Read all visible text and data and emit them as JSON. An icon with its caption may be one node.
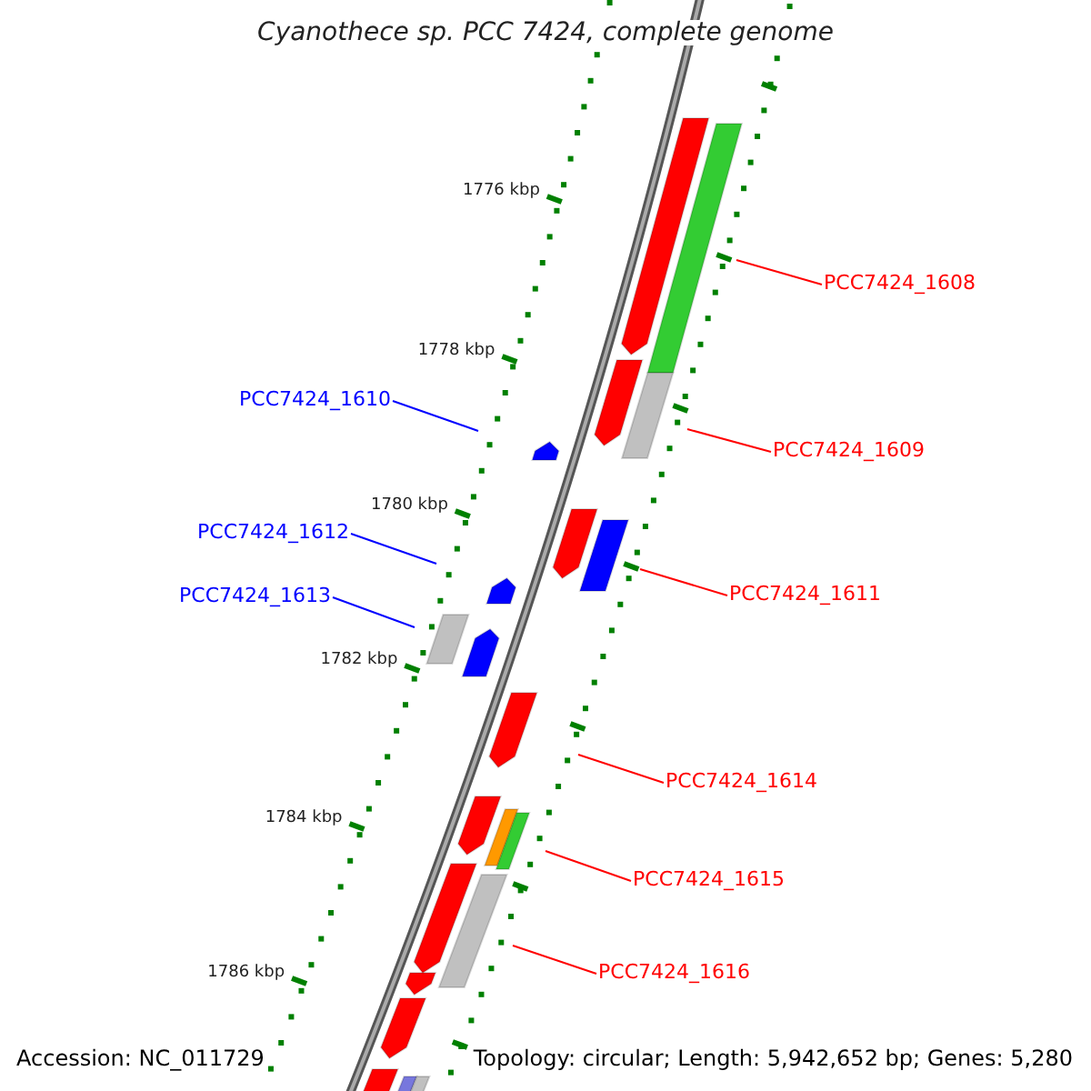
{
  "diagram": {
    "title": "Cyanothece sp. PCC 7424, complete genome",
    "nodes": [
      {
        "text": [
          "PCC7424_1608"
        ]
      },
      {
        "text": [
          "PCC7424_1609"
        ]
      },
      {
        "text": [
          "PCC7424_1610"
        ]
      },
      {
        "text": [
          "PCC7424_1611"
        ]
      },
      {
        "text": [
          "PCC7424_1612"
        ]
      },
      {
        "text": [
          "PCC7424_1613"
        ]
      },
      {
        "text": [
          "PCC7424_1614"
        ]
      },
      {
        "text": [
          "PCC7424_1615"
        ]
      },
      {
        "text": [
          "PCC7424_1616"
        ]
      }
    ],
    "edges": [
      {
        "from": 0,
        "to": null,
        "arrow": "none"
      },
      {
        "from": 1,
        "to": null,
        "arrow": "none"
      },
      {
        "from": 2,
        "to": null,
        "arrow": "none",
        "color": "#0000ff"
      },
      {
        "from": 3,
        "to": null,
        "arrow": "none"
      },
      {
        "from": 4,
        "to": null,
        "arrow": "none",
        "color": "#0000ff"
      },
      {
        "from": 5,
        "to": null,
        "arrow": "none",
        "color": "#0000ff"
      },
      {
        "from": 6,
        "to": null,
        "arrow": "none"
      },
      {
        "from": 7,
        "to": null,
        "arrow": "none"
      },
      {
        "from": 8,
        "to": null,
        "arrow": "none"
      }
    ],
    "labels": [
      "1776 kbp",
      "1778 kbp",
      "1780 kbp",
      "1782 kbp",
      "1784 kbp",
      "1786 kbp",
      "Accession: NC_011729",
      "Topology: circular; Length: 5,942,652 bp; Genes: 5,280"
    ]
  }
}
